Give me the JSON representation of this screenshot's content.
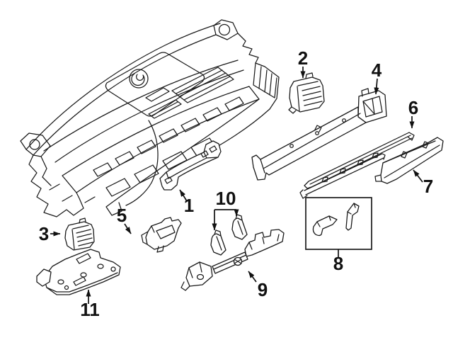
{
  "canvas": {
    "background": "#ffffff",
    "line_color": "#1a1a1a"
  },
  "diagram": {
    "description": "instrument-panel-trim-parts-diagram",
    "callouts": [
      {
        "label": "1"
      },
      {
        "label": "2"
      },
      {
        "label": "3"
      },
      {
        "label": "4"
      },
      {
        "label": "5"
      },
      {
        "label": "6"
      },
      {
        "label": "7"
      },
      {
        "label": "8"
      },
      {
        "label": "9"
      },
      {
        "label": "10"
      },
      {
        "label": "11"
      }
    ]
  }
}
